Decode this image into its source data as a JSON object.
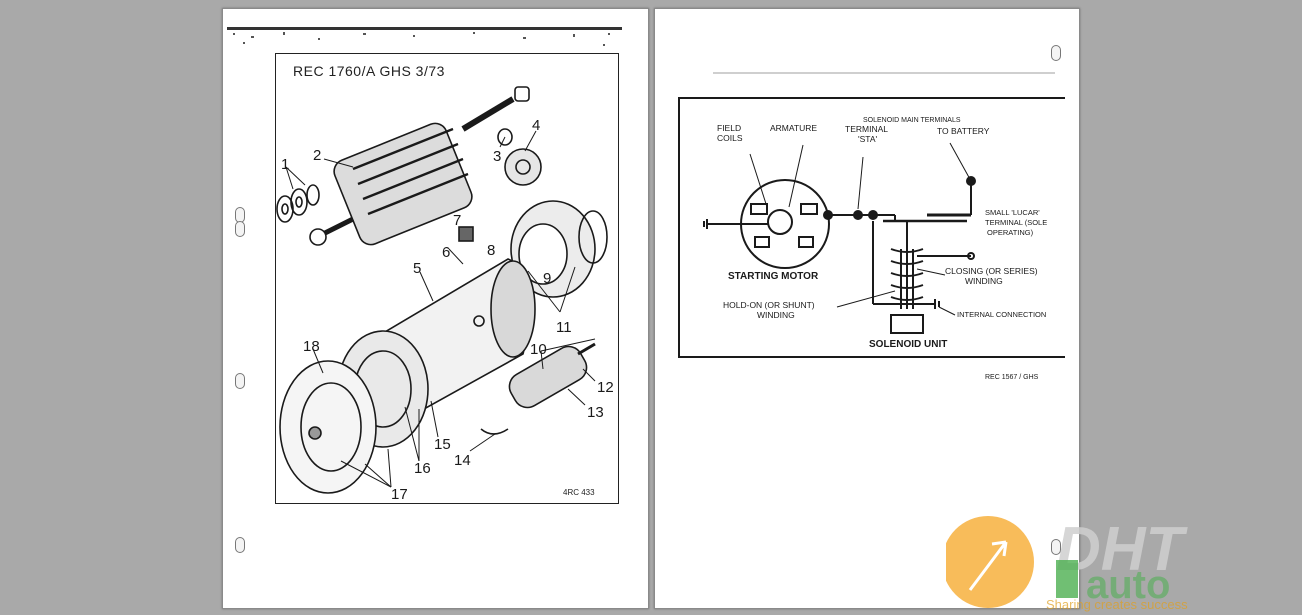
{
  "left_page": {
    "header": "REC 1760/A   GHS 3/73",
    "footer_code": "4RC 433",
    "callouts": [
      "1",
      "2",
      "3",
      "4",
      "5",
      "6",
      "7",
      "8",
      "9",
      "10",
      "11",
      "12",
      "13",
      "14",
      "15",
      "16",
      "17",
      "18"
    ]
  },
  "right_page": {
    "labels": {
      "field_coils_1": "FIELD",
      "field_coils_2": "COILS",
      "armature": "ARMATURE",
      "terminal_1": "TERMINAL",
      "terminal_2": "'STA'",
      "main_terminals_1": "SOLENOID  MAIN  TERMINALS",
      "main_terminals_2": "TO BATTERY",
      "lucar_1": "SMALL 'LUCAR'",
      "lucar_2": "TERMINAL (SOLE",
      "lucar_3": "OPERATING)",
      "closing_1": "CLOSING (OR SERIES)",
      "closing_2": "WINDING",
      "starting_motor": "STARTING MOTOR",
      "holdon_1": "HOLD-ON (OR SHUNT)",
      "holdon_2": "WINDING",
      "internal_connection": "INTERNAL  CONNECTION",
      "solenoid_unit": "SOLENOID UNIT"
    },
    "footer_code": "REC 1567 / GHS"
  },
  "watermark": {
    "brand_top": "DHT",
    "brand_bottom": "auto",
    "slogan": "Sharing creates success"
  },
  "colors": {
    "viewer_bg": "#a9a9a9",
    "page_bg": "#ffffff",
    "ink": "#1a1a1a",
    "logo_orange": "#f5a623",
    "logo_green": "#4caf50",
    "logo_grey": "#cfcfcf"
  }
}
